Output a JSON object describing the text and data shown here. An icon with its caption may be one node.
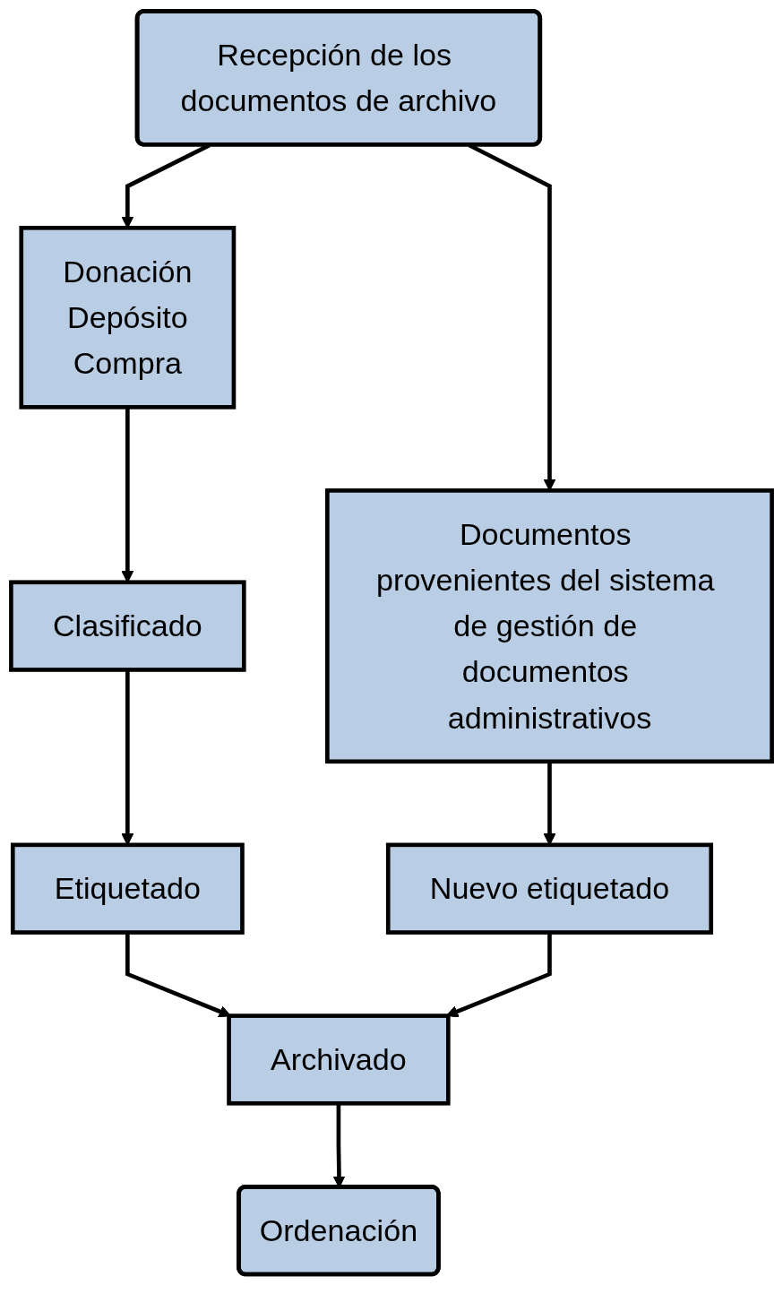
{
  "diagram": {
    "nodes": [
      {
        "text": [
          "Recepción de los documentos de archivo"
        ]
      },
      {
        "text": [
          "Documentos provenientes del sistema de gestión de documentos administrativos"
        ]
      },
      {
        "text": [
          "Donación",
          "Depósito",
          "Compra"
        ]
      },
      {
        "text": [
          "Nuevo etiquetado"
        ]
      },
      {
        "text": [
          "Clasificado"
        ]
      },
      {
        "text": [
          "Etiquetado"
        ]
      },
      {
        "text": [
          "Archivado"
        ]
      },
      {
        "text": [
          "Ordenación"
        ]
      }
    ],
    "edges": [
      {
        "from": 0,
        "to": 1,
        "arrow": "to"
      },
      {
        "from": 0,
        "to": 2,
        "arrow": "to"
      },
      {
        "from": 1,
        "to": 3,
        "arrow": "to"
      },
      {
        "from": 2,
        "to": 4,
        "arrow": "to"
      },
      {
        "from": 4,
        "to": 5,
        "arrow": "to"
      },
      {
        "from": 5,
        "to": 6,
        "arrow": "to"
      },
      {
        "from": 3,
        "to": 6,
        "arrow": "to"
      },
      {
        "from": 6,
        "to": 7,
        "arrow": "to"
      }
    ]
  }
}
